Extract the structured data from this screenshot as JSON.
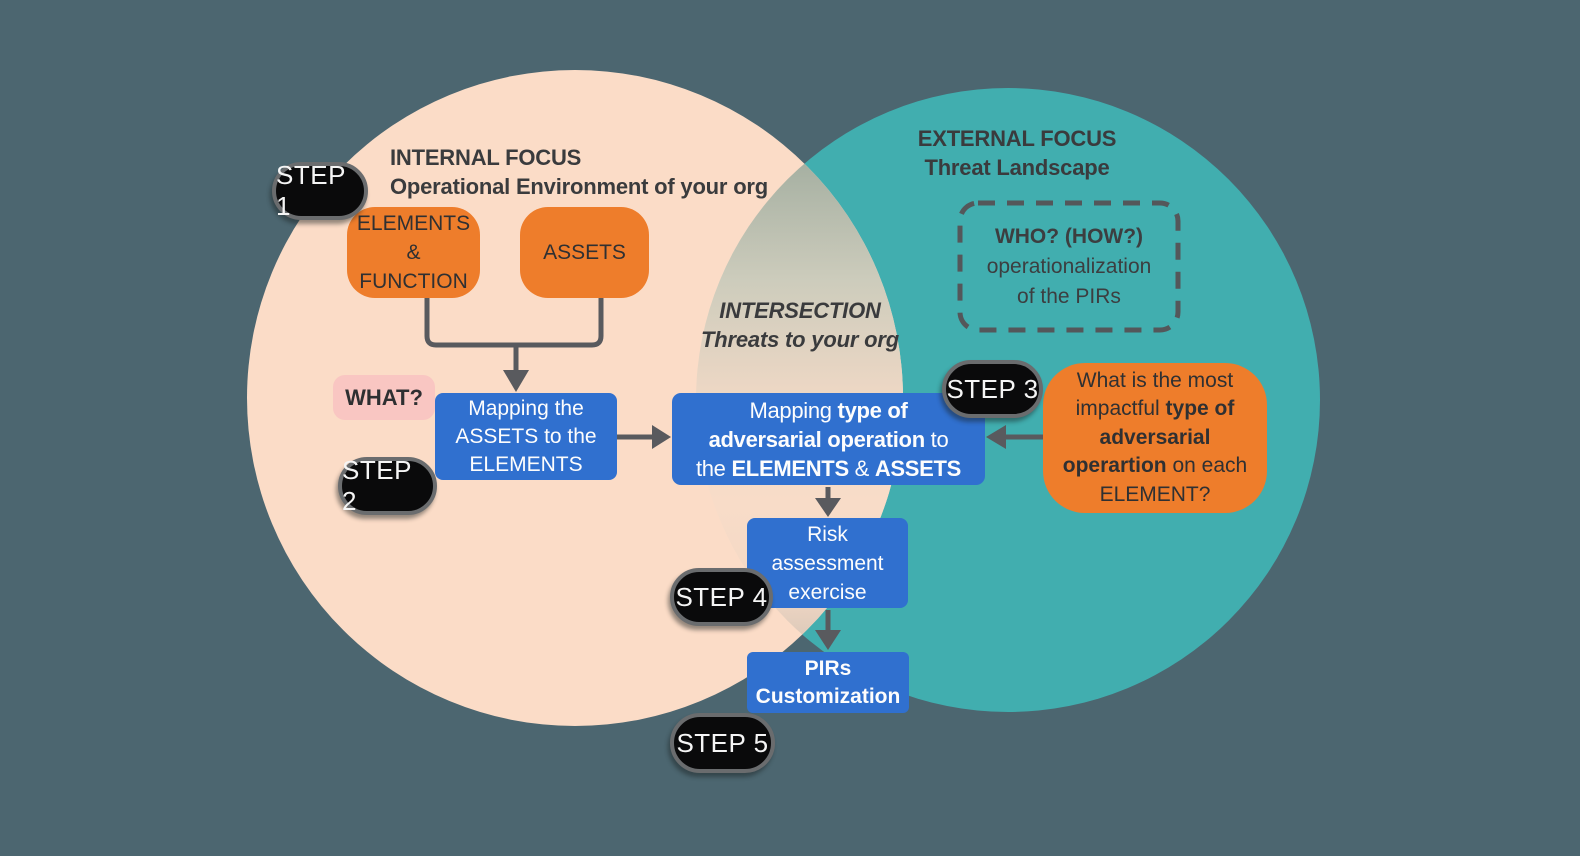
{
  "internal": {
    "heading1": "INTERNAL FOCUS",
    "heading2": "Operational Environment of your org"
  },
  "external": {
    "heading1": "EXTERNAL FOCUS",
    "heading2": "Threat Landscape"
  },
  "intersection": {
    "heading1": "INTERSECTION",
    "heading2": "Threats to your org"
  },
  "steps": {
    "s1": "STEP 1",
    "s2": "STEP 2",
    "s3": "STEP 3",
    "s4": "STEP 4",
    "s5": "STEP 5"
  },
  "nodes": {
    "elements_function": {
      "l1": "ELEMENTS",
      "l2": "&",
      "l3": "FUNCTION"
    },
    "assets": {
      "label": "ASSETS"
    },
    "what_tag": {
      "label": "WHAT?"
    },
    "mapping_assets": {
      "l1": "Mapping the",
      "l2": "ASSETS to the",
      "l3": "ELEMENTS"
    },
    "mapping_adversarial": {
      "l1a": "Mapping ",
      "l1b": "type of",
      "l2a": "adversarial operation",
      "l2b": " to",
      "l3a": "the ",
      "l3b": "ELEMENTS",
      "l3c": " & ",
      "l3d": "ASSETS"
    },
    "who_box": {
      "l1": "WHO? (HOW?)",
      "l2": "operationalization",
      "l3": "of the PIRs"
    },
    "impact_question": {
      "l1": "What is the most",
      "l2a": "impactful ",
      "l2b": "type of",
      "l3": "adversarial",
      "l4a": "operartion",
      "l4b": " on each",
      "l5": "ELEMENT?"
    },
    "risk": {
      "l1": "Risk",
      "l2": "assessment",
      "l3": "exercise"
    },
    "pirs": {
      "l1": "PIRs",
      "l2": "Customization"
    }
  },
  "colors": {
    "background": "#4c6670",
    "internal_circle": "#fbdcc7",
    "external_circle": "#41aeaf",
    "node_orange": "#ee7d2b",
    "node_blue": "#3070cf",
    "tag_pink": "#f9c6c2",
    "step_pill_black": "#0a0a0b",
    "connector_gray": "#595a5e",
    "heading_text": "#3a3b3d"
  }
}
